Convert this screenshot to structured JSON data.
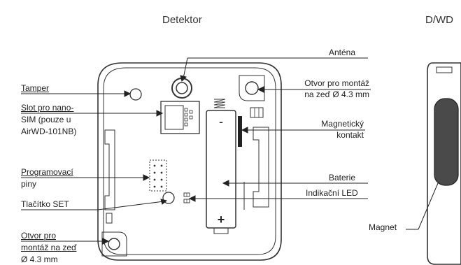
{
  "titles": {
    "detector": "Detektor",
    "side_view": "D/WD"
  },
  "labels": {
    "antenna": "Anténa",
    "tamper": "Tamper",
    "mount_hole_top_1": "Otvor pro montáž",
    "mount_hole_top_2": "na zeď Ø 4.3 mm",
    "sim_slot_1": "Slot pro nano-",
    "sim_slot_2": "SIM (pouze u",
    "sim_slot_3": "AirWD-101NB)",
    "magnetic_contact_1": "Magnetický",
    "magnetic_contact_2": "kontakt",
    "prog_pins_1": "Programovací",
    "prog_pins_2": "piny",
    "battery": "Baterie",
    "led": "Indikační LED",
    "set_button": "Tlačítko SET",
    "mount_hole_bottom_1": "Otvor pro",
    "mount_hole_bottom_2": "montáž na zeď",
    "mount_hole_bottom_3": "Ø 4.3 mm",
    "magnet": "Magnet",
    "battery_minus": "-",
    "battery_plus": "+"
  }
}
